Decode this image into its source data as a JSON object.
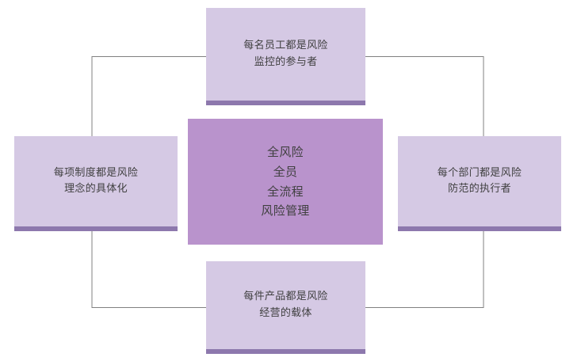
{
  "diagram": {
    "type": "cycle-hub-and-spoke",
    "center": {
      "id": "center",
      "text": "全风险\n全员\n全流程\n风险管理",
      "fill": "#b993cc",
      "text_color": "#404040"
    },
    "nodes": [
      {
        "id": "top",
        "position": "top",
        "text": "每名员工都是风险\n监控的参与者",
        "fill": "#d5c9e4",
        "accent": "#8d78ad",
        "text_color": "#404040"
      },
      {
        "id": "left",
        "position": "left",
        "text": "每项制度都是风险\n理念的具体化",
        "fill": "#d5c9e4",
        "accent": "#8d78ad",
        "text_color": "#404040"
      },
      {
        "id": "right",
        "position": "right",
        "text": "每个部门都是风险\n防范的执行者",
        "fill": "#d5c9e4",
        "accent": "#8d78ad",
        "text_color": "#404040"
      },
      {
        "id": "bottom",
        "position": "bottom",
        "text": "每件产品都是风险\n经营的载体",
        "fill": "#d5c9e4",
        "accent": "#8d78ad",
        "text_color": "#404040"
      }
    ],
    "connectors": {
      "color": "#808080",
      "width": 1,
      "style": "elbow",
      "links": [
        {
          "from": "top",
          "to": "left"
        },
        {
          "from": "top",
          "to": "right"
        },
        {
          "from": "left",
          "to": "bottom"
        },
        {
          "from": "right",
          "to": "bottom"
        }
      ]
    },
    "background": "#ffffff"
  }
}
